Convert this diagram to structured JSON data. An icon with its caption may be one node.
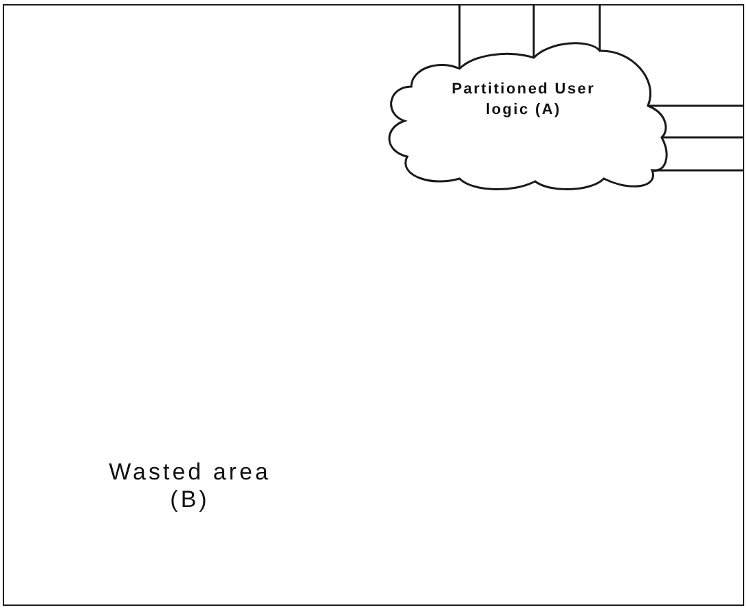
{
  "diagram": {
    "nodes": [
      {
        "text": [
          "Wasted area (B)"
        ]
      },
      {
        "text": [
          "Partitioned User logic (A)"
        ],
        "in": 0
      }
    ],
    "edges": [
      {
        "from": 1,
        "to": 0,
        "arrow": "none"
      },
      {
        "from": 1,
        "to": 0,
        "arrow": "none"
      },
      {
        "from": 1,
        "to": 0,
        "arrow": "none"
      },
      {
        "from": 1,
        "to": 0,
        "arrow": "none"
      },
      {
        "from": 1,
        "to": 0,
        "arrow": "none"
      },
      {
        "from": 1,
        "to": 0,
        "arrow": "none"
      }
    ]
  }
}
